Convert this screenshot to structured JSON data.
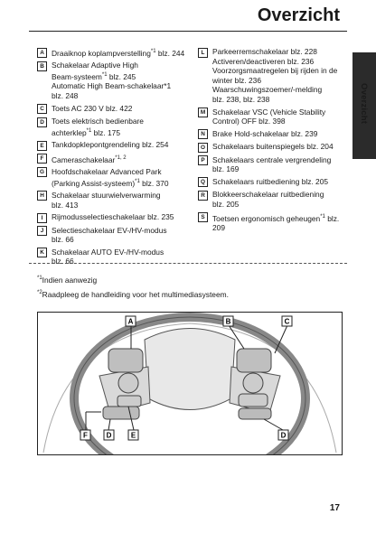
{
  "header": {
    "title": "Overzicht",
    "side_tab_label": "Overzicht"
  },
  "left_items": [
    {
      "key": "A",
      "text": "Draaiknop koplampverstelling",
      "sup": "*1",
      "page": "blz. 244"
    },
    {
      "key": "B",
      "text": "Schakelaar Adaptive High\nBeam-systeem",
      "sup": "*1",
      "page": "blz. 245\nAutomatic High Beam-schakelaar*1\nblz. 248"
    },
    {
      "key": "C",
      "text": "Toets AC 230 V blz. 422",
      "sup": "",
      "page": ""
    },
    {
      "key": "D",
      "text": "Toets elektrisch bedienbare\nachterklep",
      "sup": "*1",
      "page": "blz. 175"
    },
    {
      "key": "E",
      "text": "Tankdopklepontgrendeling blz. 254",
      "sup": "",
      "page": ""
    },
    {
      "key": "F",
      "text": "Cameraschakelaar",
      "sup": "*1, 2",
      "page": ""
    },
    {
      "key": "G",
      "text": "Hoofdschakelaar Advanced Park\n(Parking Assist-systeem)",
      "sup": "*1",
      "page": "blz. 370"
    },
    {
      "key": "H",
      "text": "Schakelaar stuurwielverwarming\nblz. 413",
      "sup": "",
      "page": ""
    },
    {
      "key": "I",
      "text": "Rijmodusselectieschakelaar blz. 235",
      "sup": "",
      "page": ""
    },
    {
      "key": "J",
      "text": "Selectieschakelaar EV-/HV-modus\nblz. 66",
      "sup": "",
      "page": ""
    },
    {
      "key": "K",
      "text": "Schakelaar AUTO EV-/HV-modus\nblz. 66",
      "sup": "",
      "page": ""
    }
  ],
  "right_items": [
    {
      "key": "L",
      "text": "Parkeerremschakelaar blz. 228\nActiveren/deactiveren blz. 236\nVoorzorgsmaatregelen bij rijden in de winter blz. 236\nWaarschuwingszoemer/-melding\nblz. 238, blz. 238"
    },
    {
      "key": "M",
      "text": "Schakelaar VSC (Vehicle Stability\nControl) OFF blz. 398"
    },
    {
      "key": "N",
      "text": "Brake Hold-schakelaar blz. 239"
    },
    {
      "key": "O",
      "text": "Schakelaars buitenspiegels blz. 204"
    },
    {
      "key": "P",
      "text": "Schakelaars centrale vergrendeling\nblz. 169"
    },
    {
      "key": "Q",
      "text": "Schakelaars ruitbediening blz. 205"
    },
    {
      "key": "R",
      "text": "Blokkeerschakelaar ruitbediening\nblz. 205"
    },
    {
      "key": "S",
      "text": "Toetsen ergonomisch geheugen",
      "sup": "*1",
      "page": "blz. 209"
    }
  ],
  "footnotes": [
    {
      "mark": "*1",
      "text": "Indien aanwezig"
    },
    {
      "mark": "*2",
      "text": "Raadpleeg de handleiding voor het multimediasysteem."
    }
  ],
  "diagram_labels": [
    "A",
    "B",
    "C",
    "F",
    "D",
    "E",
    "D"
  ],
  "page_number": "17"
}
